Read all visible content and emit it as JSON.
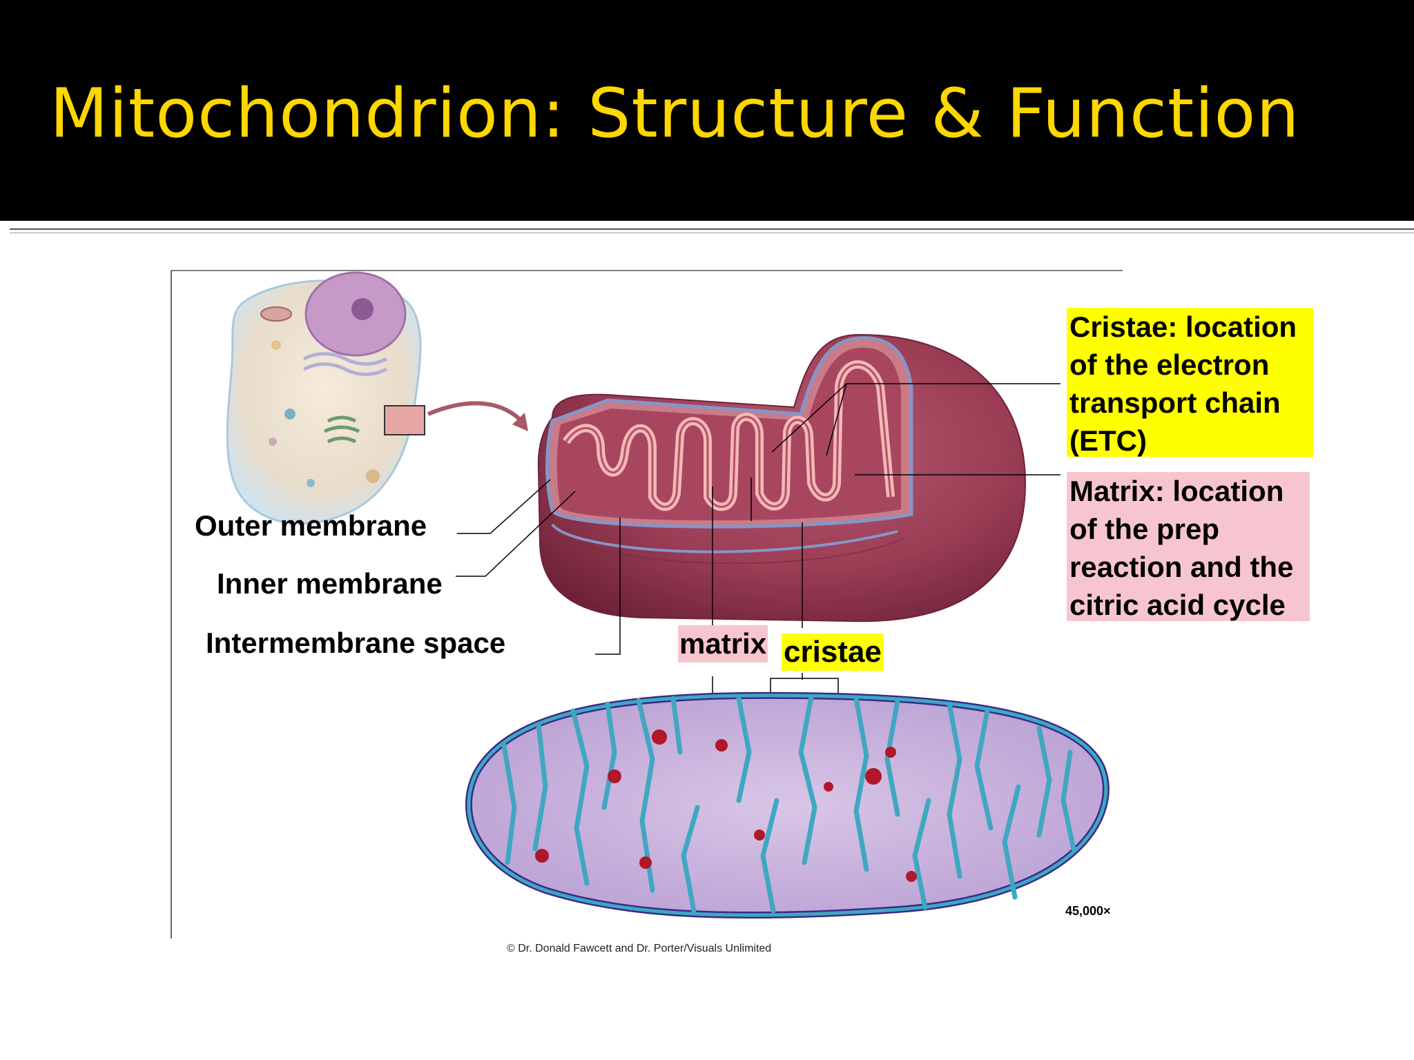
{
  "slide": {
    "title": "Mitochondrion: Structure & Function"
  },
  "labels": {
    "outer_membrane": "Outer membrane",
    "inner_membrane": "Inner membrane",
    "intermembrane_space": "Intermembrane space",
    "matrix": "matrix",
    "cristae": "cristae"
  },
  "callouts": {
    "cristae": "Cristae: location of the electron transport chain (ETC)",
    "matrix": "Matrix: location of the prep reaction and the citric acid cycle"
  },
  "magnification": "45,000×",
  "credit": "© Dr. Donald Fawcett and Dr. Porter/Visuals Unlimited",
  "colors": {
    "title": "#FFD700",
    "cristae_highlight": "#FFFF00",
    "matrix_highlight": "#F7C5CF",
    "mitochondrion_outer": "#9A3D55",
    "micrograph_membrane": "#3FA7C2"
  }
}
